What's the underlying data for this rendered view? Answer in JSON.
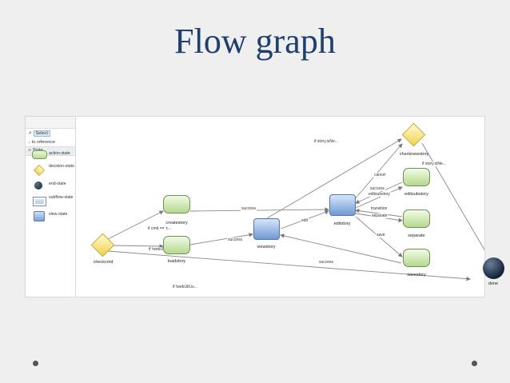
{
  "slide": {
    "title": "Flow graph"
  },
  "palette": {
    "select_label": "Select",
    "reference_label": "to reference",
    "section_label": "State",
    "items": [
      {
        "label": "action-state",
        "icon": "action-state-icon"
      },
      {
        "label": "decision-state",
        "icon": "decision-state-icon"
      },
      {
        "label": "end-state",
        "icon": "end-state-icon"
      },
      {
        "label": "subflow-state",
        "icon": "subflow-state-icon"
      },
      {
        "label": "view-state",
        "icon": "view-state-icon"
      }
    ]
  },
  "nodes": {
    "checkcmd": "checkcmd",
    "createstory": "createstory",
    "loadstory": "loadstory",
    "viewstory": "viewstory",
    "editstory": "editstory",
    "checknewstory": "checknewstory",
    "editsubstory": "editsubstory",
    "separate": "separate",
    "savestory": "savestory",
    "done": "done"
  },
  "edges": {
    "if_cmd": "if cmd == 'c...",
    "if_webutil_1": "if !webUtil.is...",
    "if_webutil_2": "if !webUtil.is...",
    "success_1": "success",
    "success_2": "success",
    "success_3": "success",
    "success_4": "success",
    "if_story_isnew_1": "if story.isNe...",
    "if_story_isnew_2": "if story.isNe...",
    "edit": "edit",
    "cancel": "cancel",
    "editsubstory": "editsubstory",
    "transition": "transition",
    "separate": "separate",
    "save": "save"
  },
  "colors": {
    "title": "#1f3f6e",
    "action_fill": "#b5d98f",
    "view_fill": "#6f9ad3",
    "decision_fill": "#f0d24c",
    "end_fill": "#13243a"
  }
}
